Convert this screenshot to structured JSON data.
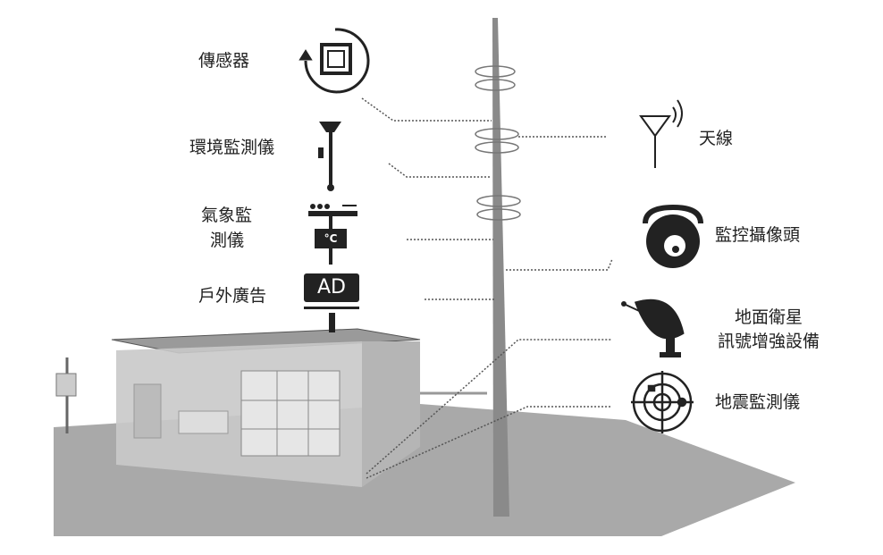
{
  "left_labels": {
    "sensor": "傳感器",
    "env_monitor": "環境監測儀",
    "weather_monitor_line1": "氣象監",
    "weather_monitor_line2": "測儀",
    "outdoor_ad": "戶外廣告"
  },
  "right_labels": {
    "antenna": "天線",
    "cctv": "監控攝像頭",
    "satellite_line1": "地面衛星",
    "satellite_line2": "訊號增強設備",
    "seismic": "地震監測儀"
  },
  "icon_text": {
    "celsius": "°C",
    "ad": "AD"
  },
  "colors": {
    "ground": "#a9a9a9",
    "ink": "#222222",
    "tower": "#8a8a8a"
  }
}
